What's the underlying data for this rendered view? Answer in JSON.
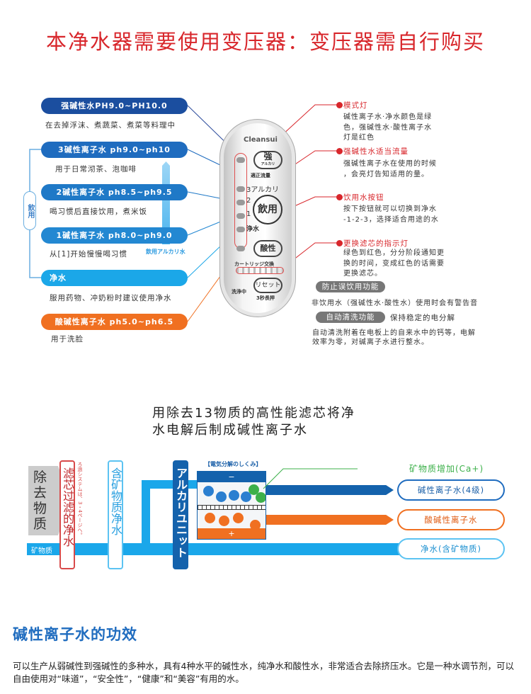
{
  "title": "本净水器需要使用变压器：变压器需自行购买",
  "water_types": [
    {
      "label": "强碱性水PH9.0~PH10.0",
      "desc": "在去掉浮沫、煮蔬菜、煮菜等料理中",
      "color": "#1b4e9f"
    },
    {
      "label": "3碱性离子水 ph9.0~ph10",
      "desc": "用于日常沏茶、泡咖啡",
      "color": "#1f6cbf"
    },
    {
      "label": "2碱性离子水 ph8.5~ph9.5",
      "desc": "喝习惯后直接饮用，煮米饭",
      "color": "#1f79c7"
    },
    {
      "label": "1碱性离子水 ph8.0~ph9.0",
      "desc": "从[1]开始慢慢喝习惯",
      "color": "#2388d2"
    },
    {
      "label": "净水",
      "desc": "服用药物、冲奶粉时建议使用净水",
      "color": "#1ba7e8"
    },
    {
      "label": "酸碱性离子水 ph5.0~ph6.5",
      "desc": "用于洗脸",
      "color": "#f07021"
    }
  ],
  "drinking_bracket": "飲用",
  "drinking_arrow_label": "飲用アルカリ水",
  "device": {
    "brand": "Cleansui",
    "btn_strong": "強",
    "btn_strong_sub": "アルカリ",
    "flow_label": "適正流量",
    "level3": "3アルカリ",
    "level2": "2",
    "level1": "1",
    "level0": "浄水",
    "btn_drink": "飲用",
    "btn_acid": "酸性",
    "cartridge": "カートリッジ交換",
    "washing": "洗浄中",
    "btn_reset": "リセット",
    "reset_sub": "3秒長押"
  },
  "annotations": [
    {
      "title": "模式灯",
      "lines": [
        "碱性离子水·净水颜色是绿",
        "色，强碱性水·酸性离子水",
        "灯是红色"
      ]
    },
    {
      "title": "强碱性水适当流量",
      "lines": [
        "强碱性离子水在使用的时候",
        "，会亮灯告知适用的量。"
      ]
    },
    {
      "title": "饮用水按钮",
      "lines": [
        "按下按钮就可以切换到净水",
        "-1-2-3，选择适合用途的水"
      ]
    },
    {
      "title": "更换滤芯的指示灯",
      "lines": [
        "绿色到红色，分分阶段通知更",
        "换的时间，变成红色的话需要",
        "更换滤芯。"
      ]
    }
  ],
  "features": [
    {
      "label": "防止误饮用功能",
      "desc": "非饮用水（强碱性水·酸性水）使用时会有警告音"
    },
    {
      "label": "自动清洗功能",
      "side": "保持稳定的电分解",
      "lines": [
        "自动清洗附着在电板上的自来水中的钙等，电解",
        "效率为零，对碱离子水进行整水。"
      ]
    }
  ],
  "section2": {
    "title_lines": [
      "用除去13物质的高性能滤芯将净",
      "水电解后制成碱性离子水"
    ],
    "remove": "除去物质",
    "minerals": "矿物质",
    "filter": "滤芯过滤的净水",
    "filter_note": "ろ過システムは、3・4ページへ。",
    "mineral_water": "含矿物质净水",
    "unit": "アルカリユニット",
    "mechanism": "【電気分解のしくみ】",
    "minus": "−",
    "plus": "+",
    "mineral_add": "矿物质增加(Ca+)",
    "outputs": [
      "碱性离子水(4级)",
      "酸碱性离子水",
      "净水(含矿物质)"
    ]
  },
  "section3": {
    "heading": "碱性离子水的功效",
    "para": "可以生产从弱碱性到强碱性的多种水，具有4种水平的碱性水，纯净水和酸性水，非常适合去除挤压水。它是一种水调节剂，可以自由使用对“味道”，“安全性”，“健康”和“美容”有用的水。"
  }
}
